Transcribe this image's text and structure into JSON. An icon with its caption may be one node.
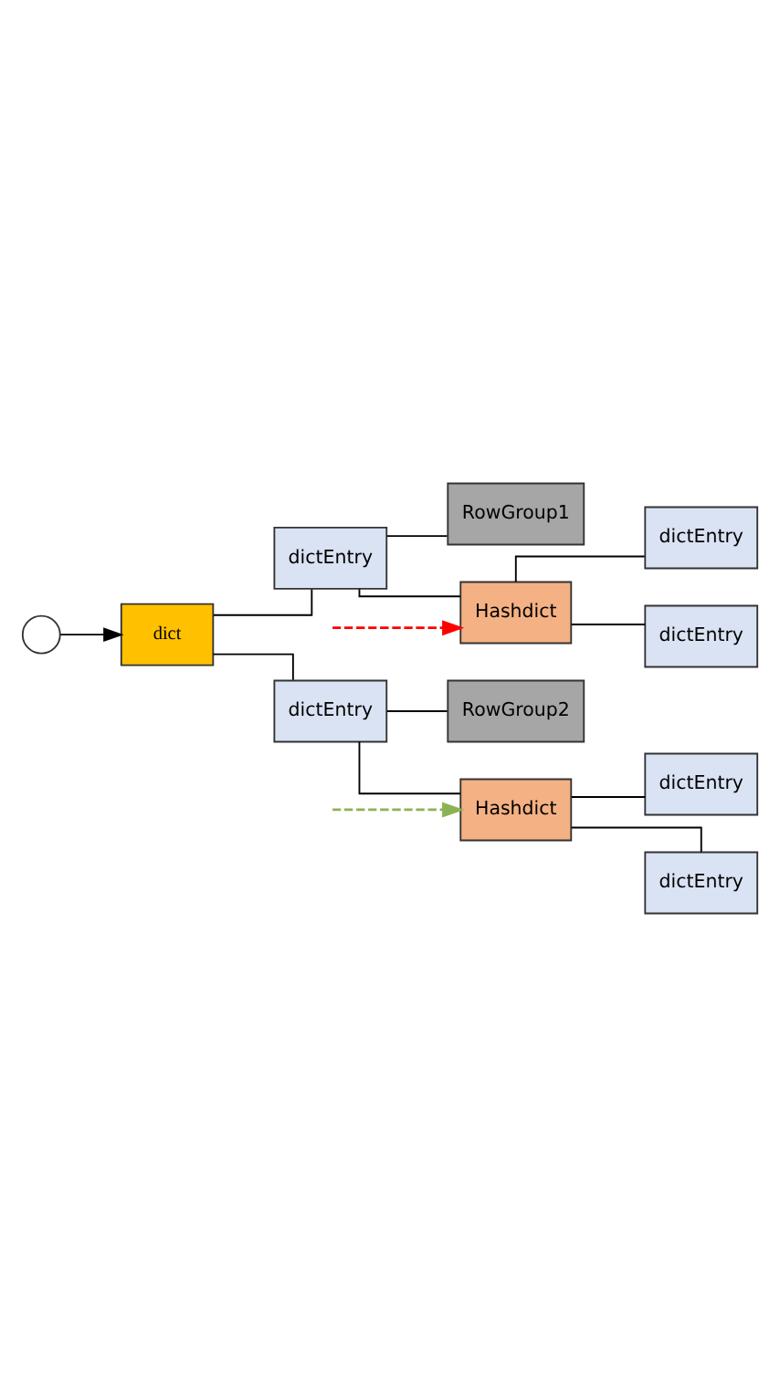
{
  "diagram": {
    "nodes": [
      {
        "text": [],
        "shape": "circle"
      },
      {
        "text": [
          "dict"
        ]
      },
      {
        "text": [
          "dictEntry"
        ]
      },
      {
        "text": [
          "RowGroup1"
        ]
      },
      {
        "text": [
          "Hashdict"
        ]
      },
      {
        "text": [
          "dictEntry"
        ]
      },
      {
        "text": [
          "dictEntry"
        ]
      },
      {
        "text": [
          "dictEntry"
        ]
      },
      {
        "text": [
          "RowGroup2"
        ]
      },
      {
        "text": [
          "Hashdict"
        ]
      },
      {
        "text": [
          "dictEntry"
        ]
      },
      {
        "text": [
          "dictEntry"
        ]
      }
    ],
    "edges": [
      {
        "from": 0,
        "to": 1,
        "arrow": "to"
      },
      {
        "from": 1,
        "to": 2,
        "arrow": "none"
      },
      {
        "from": 2,
        "to": 3,
        "arrow": "none"
      },
      {
        "from": 2,
        "to": 4,
        "arrow": "none"
      },
      {
        "from": 4,
        "to": 5,
        "arrow": "none"
      },
      {
        "from": 4,
        "to": 6,
        "arrow": "none"
      },
      {
        "from": 1,
        "to": 7,
        "arrow": "none"
      },
      {
        "from": 7,
        "to": 8,
        "arrow": "none"
      },
      {
        "from": 7,
        "to": 9,
        "arrow": "none"
      },
      {
        "from": 9,
        "to": 10,
        "arrow": "none"
      },
      {
        "from": 9,
        "to": 11,
        "arrow": "none"
      },
      {
        "from": null,
        "to": 4,
        "arrow": "to",
        "style": "dashed",
        "color": "#ff0000"
      },
      {
        "from": null,
        "to": 9,
        "arrow": "to",
        "style": "dashed",
        "color": "#8db255"
      }
    ]
  }
}
